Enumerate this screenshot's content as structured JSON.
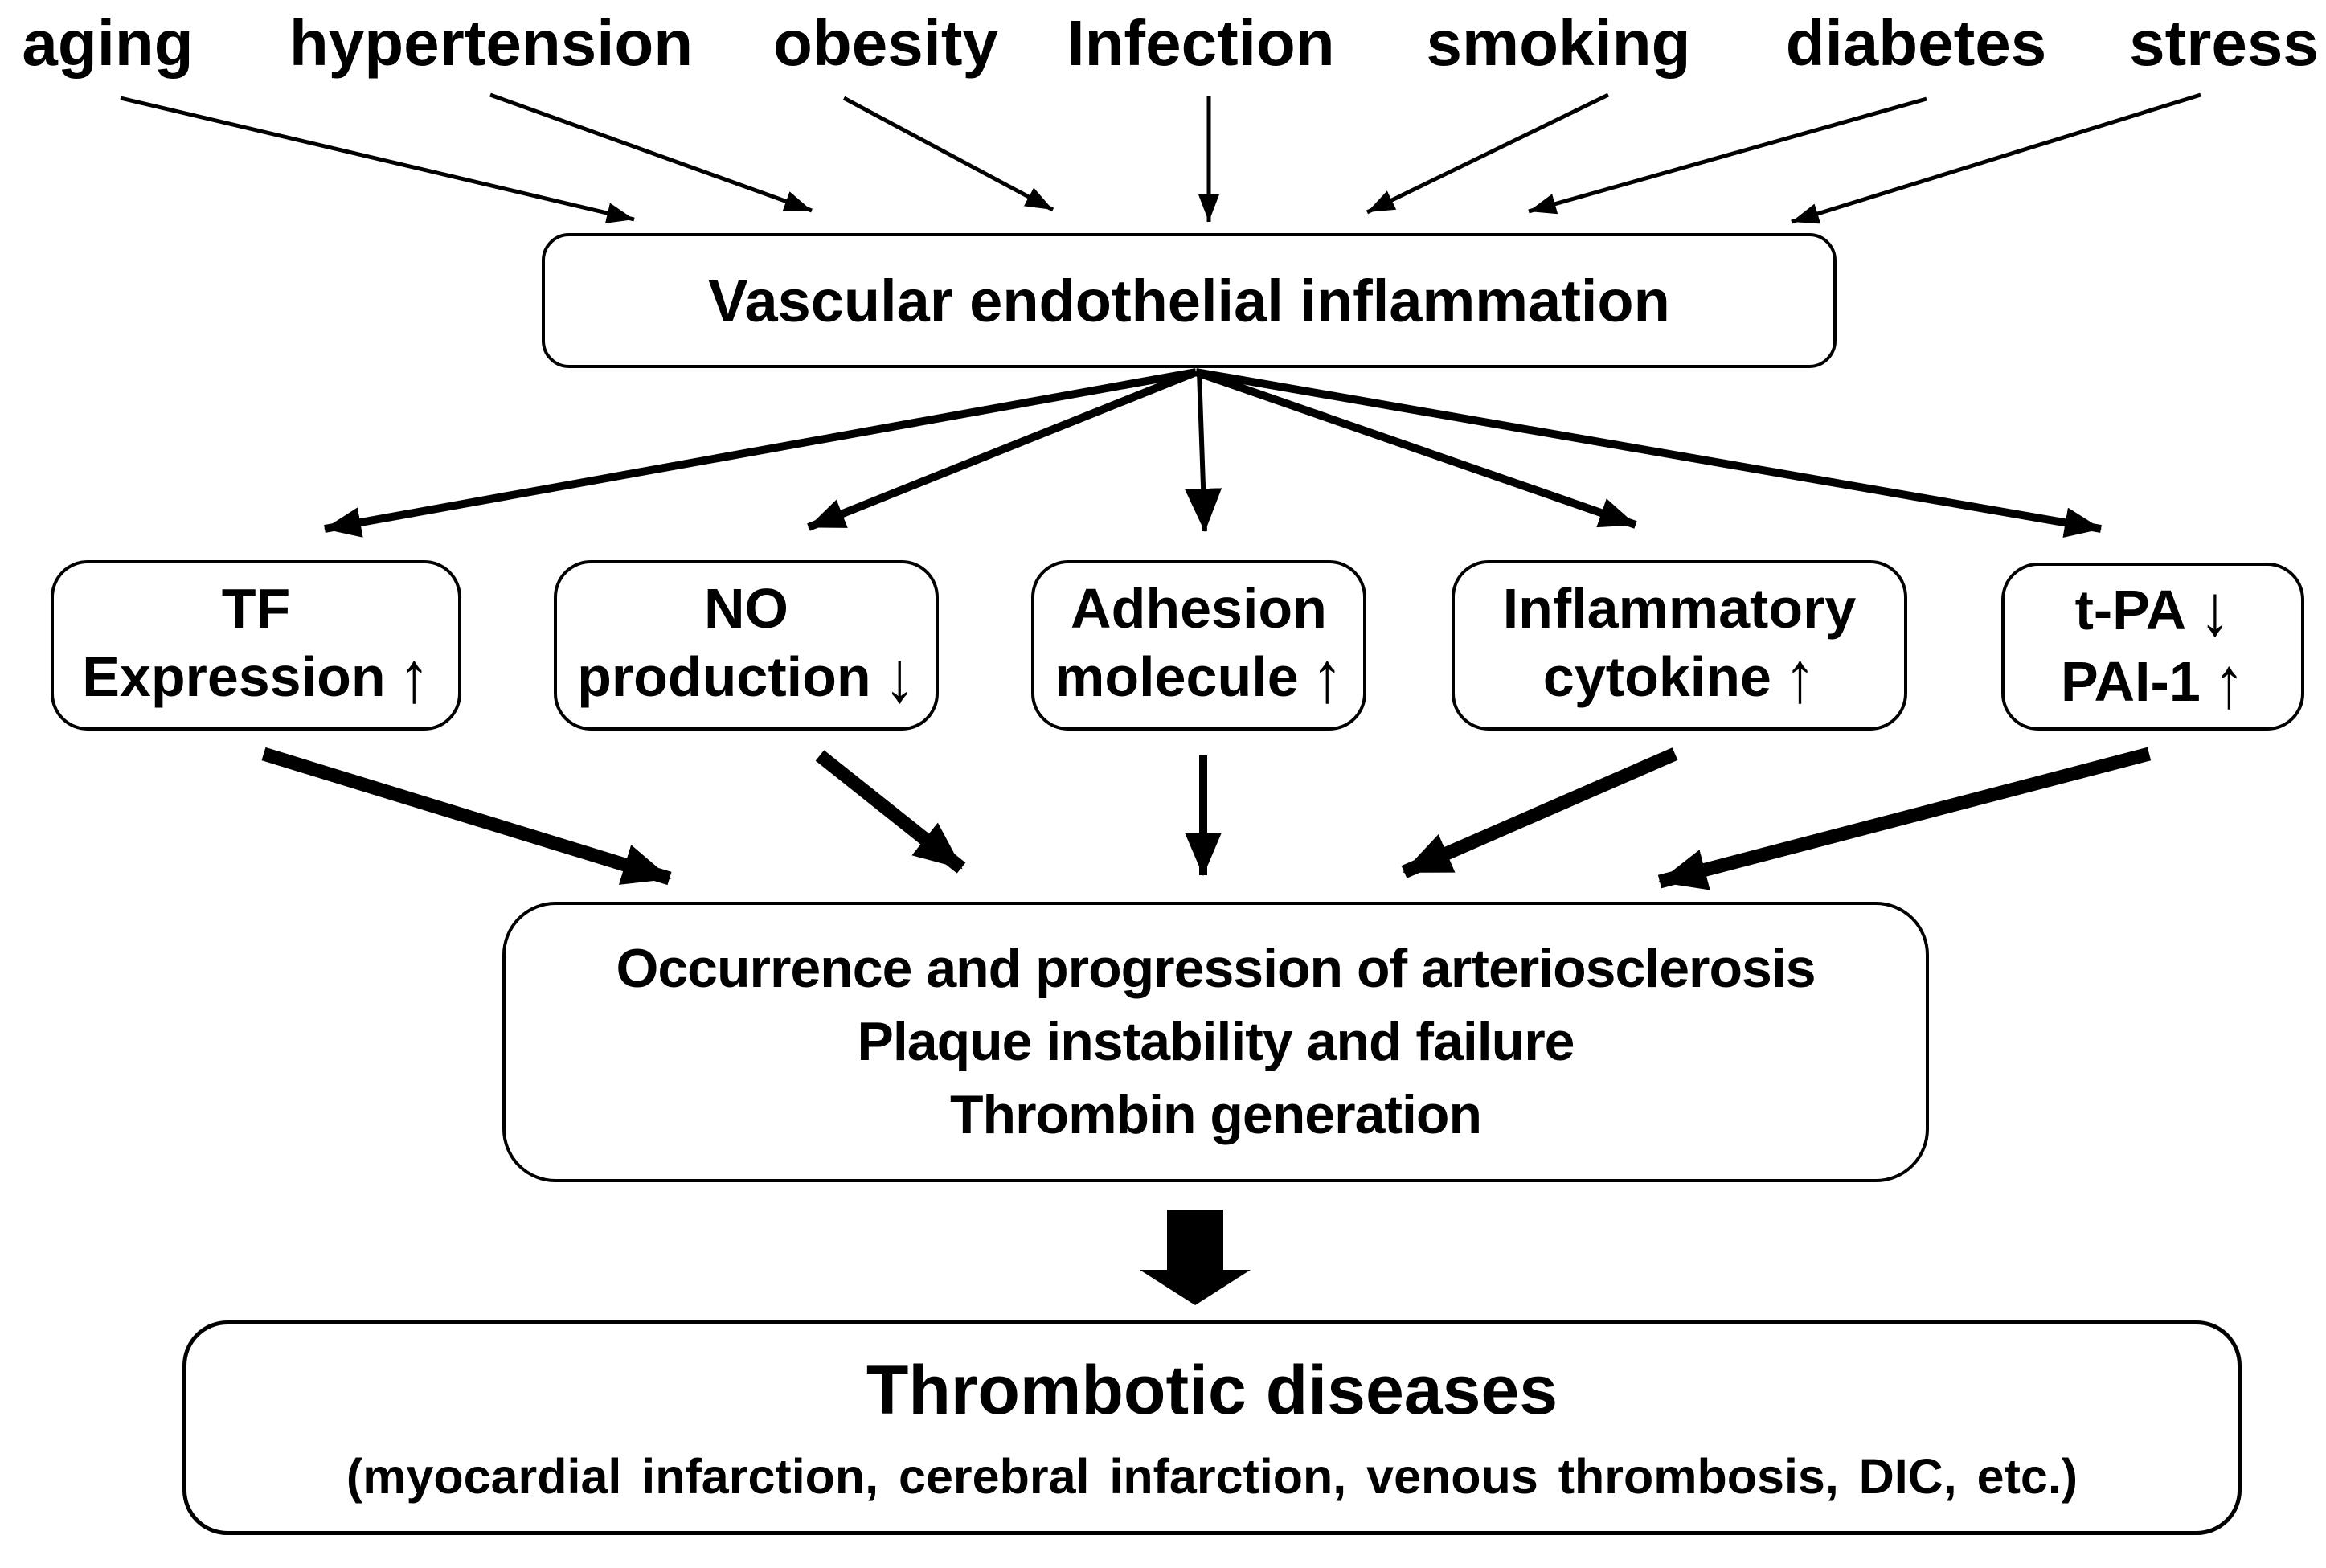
{
  "colors": {
    "ink": "#000000",
    "paper": "#ffffff"
  },
  "risk_factors": [
    "aging",
    "hypertension",
    "obesity",
    "Infection",
    "smoking",
    "diabetes",
    "stress"
  ],
  "inflammation_box": {
    "label": "Vascular endothelial inflammation"
  },
  "mediator_boxes": [
    {
      "line1": "TF",
      "arrow1": "",
      "line2": "Expression",
      "arrow2": "↑"
    },
    {
      "line1": "NO",
      "arrow1": "",
      "line2": "production",
      "arrow2": "↓"
    },
    {
      "line1": "Adhesion",
      "arrow1": "",
      "line2": "molecule",
      "arrow2": "↑"
    },
    {
      "line1": "Inflammatory",
      "arrow1": "",
      "line2": "cytokine",
      "arrow2": "↑"
    },
    {
      "line1": "t-PA",
      "arrow1": "↓",
      "line2": "PAI-1",
      "arrow2": "↑"
    }
  ],
  "consequence_box": {
    "line1": "Occurrence and progression of arteriosclerosis",
    "line2": "Plaque instability and failure",
    "line3": "Thrombin generation"
  },
  "outcome_box": {
    "title": "Thrombotic diseases",
    "subtitle": "(myocardial infarction, cerebral infarction, venous thrombosis, DIC, etc.)"
  }
}
